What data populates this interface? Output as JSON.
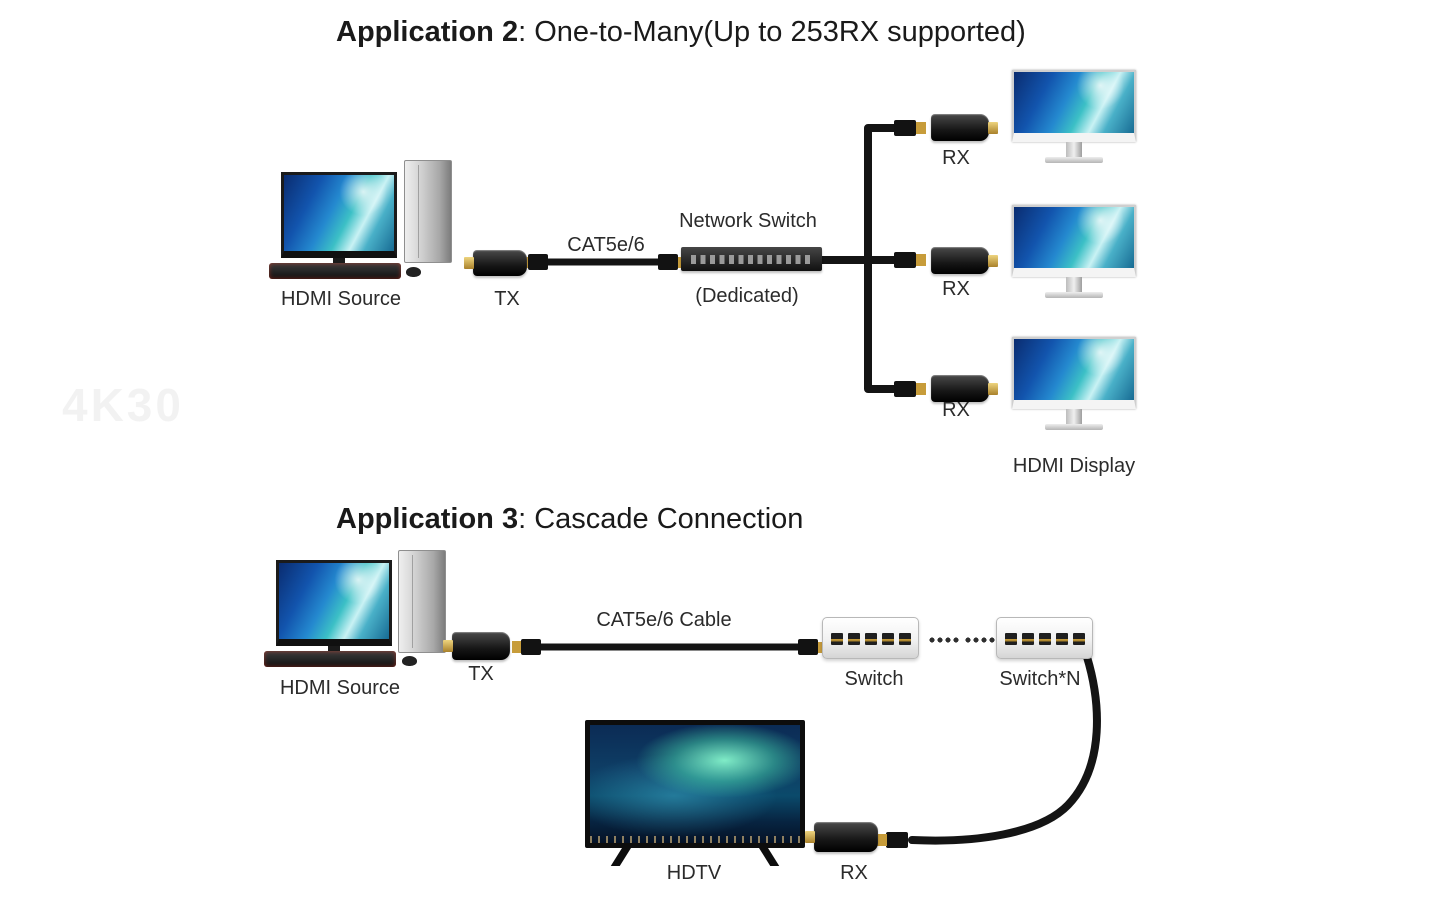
{
  "watermark": "4K30",
  "app2": {
    "title_bold": "Application 2",
    "title_rest": ": One-to-Many(Up to 253RX supported)",
    "labels": {
      "hdmi_source": "HDMI Source",
      "tx": "TX",
      "cable": "CAT5e/6",
      "network_switch": "Network Switch",
      "dedicated": "(Dedicated)",
      "rx1": "RX",
      "rx2": "RX",
      "rx3": "RX",
      "hdmi_display": "HDMI Display"
    }
  },
  "app3": {
    "title_bold": "Application 3",
    "title_rest": ": Cascade Connection",
    "labels": {
      "hdmi_source": "HDMI Source",
      "tx": "TX",
      "cable": "CAT5e/6 Cable",
      "switch": "Switch",
      "switch_n": "Switch*N",
      "rx": "RX",
      "hdtv": "HDTV"
    }
  },
  "colors": {
    "cable": "#141414",
    "connector_gold": "#c79c3a",
    "label_text": "#2b2b2b",
    "background": "#ffffff"
  }
}
